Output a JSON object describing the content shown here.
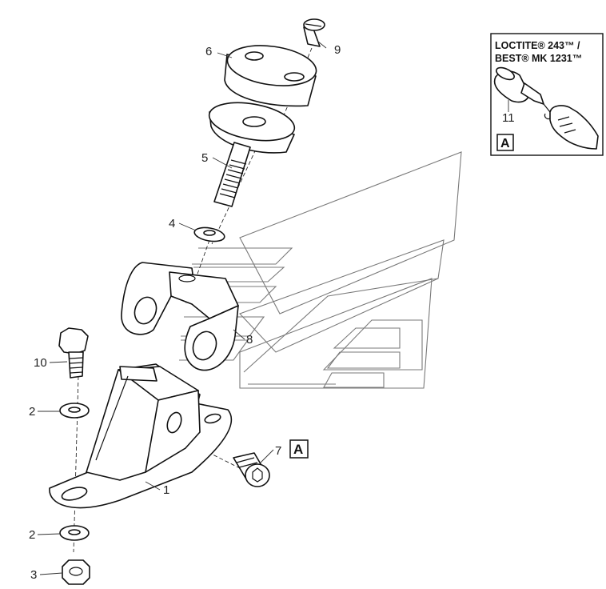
{
  "parts": [
    {
      "number": "1"
    },
    {
      "number": "2"
    },
    {
      "number": "2"
    },
    {
      "number": "3"
    },
    {
      "number": "4"
    },
    {
      "number": "5"
    },
    {
      "number": "6"
    },
    {
      "number": "7"
    },
    {
      "number": "8"
    },
    {
      "number": "9"
    },
    {
      "number": "10"
    },
    {
      "number": "11"
    }
  ],
  "callout_box": {
    "letter": "A"
  },
  "adhesive_inset": {
    "line1": "LOCTITE® 243™ /",
    "line2": "BEST® MK 1231™",
    "part_number": "11",
    "callout_letter": "A"
  },
  "icons": [
    "hex-nut-icon",
    "washer-icon",
    "bolt-icon",
    "socket-cap-screw-icon",
    "adhesive-bottle-icon",
    "hand-icon"
  ],
  "colors": {
    "line": "#111111",
    "background_graphic": "#7a7a7a"
  }
}
